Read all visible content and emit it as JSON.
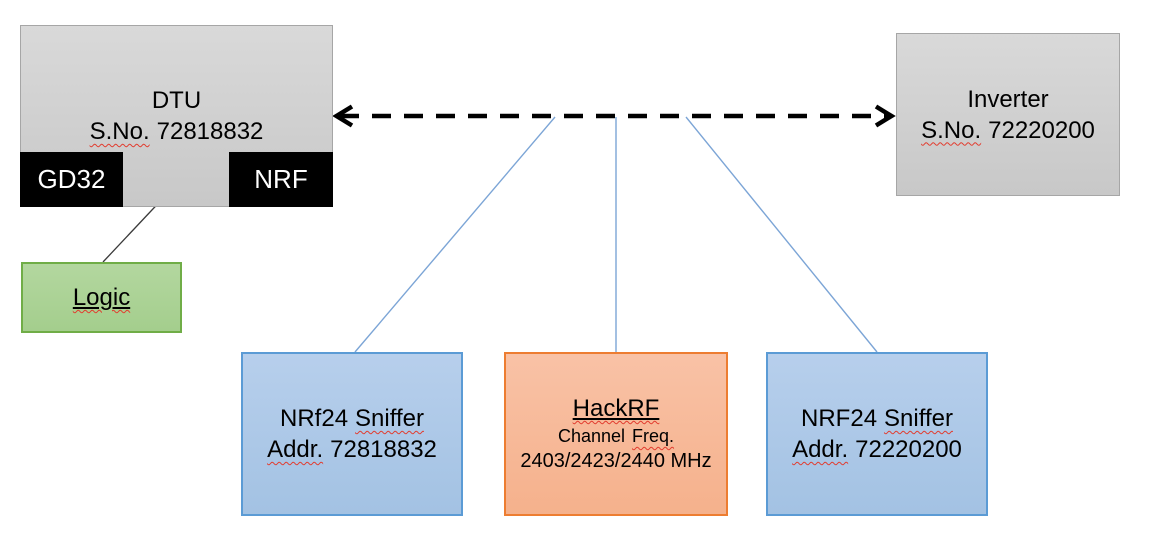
{
  "canvas": {
    "background": "#FFFFFF"
  },
  "colors": {
    "gray_fill": "#D2D2D2",
    "gray_border": "#A6A6A6",
    "black_chip": "#000000",
    "green_fill": "#A9D18E",
    "green_border": "#70AD47",
    "blue_fill": "#AEC9E8",
    "blue_border": "#5B9BD5",
    "orange_fill": "#F7B998",
    "orange_border": "#ED7D31",
    "connector_blue": "#7CA5D6",
    "arrow_black": "#000000",
    "spellcheck_red": "#E23B2E"
  },
  "dtu": {
    "title": "DTU",
    "serial_label": "S.No.",
    "serial_value": "72818832",
    "chip_left": "GD32",
    "chip_right": "NRF"
  },
  "logic": {
    "label": "Logic"
  },
  "inverter": {
    "title": "Inverter",
    "serial_label": "S.No.",
    "serial_value": "72220200"
  },
  "sniffer_left": {
    "title_word1": "NRf24",
    "title_word2": "Sniffer",
    "addr_label": "Addr.",
    "addr_value": "72818832"
  },
  "hackrf": {
    "title": "HackRF",
    "freq_word1": "Channel",
    "freq_word2": "Freq.",
    "frequencies": "2403/2423/2440 MHz"
  },
  "sniffer_right": {
    "title_word1": "NRF24",
    "title_word2": "Sniffer",
    "addr_label": "Addr.",
    "addr_value": "72220200"
  }
}
